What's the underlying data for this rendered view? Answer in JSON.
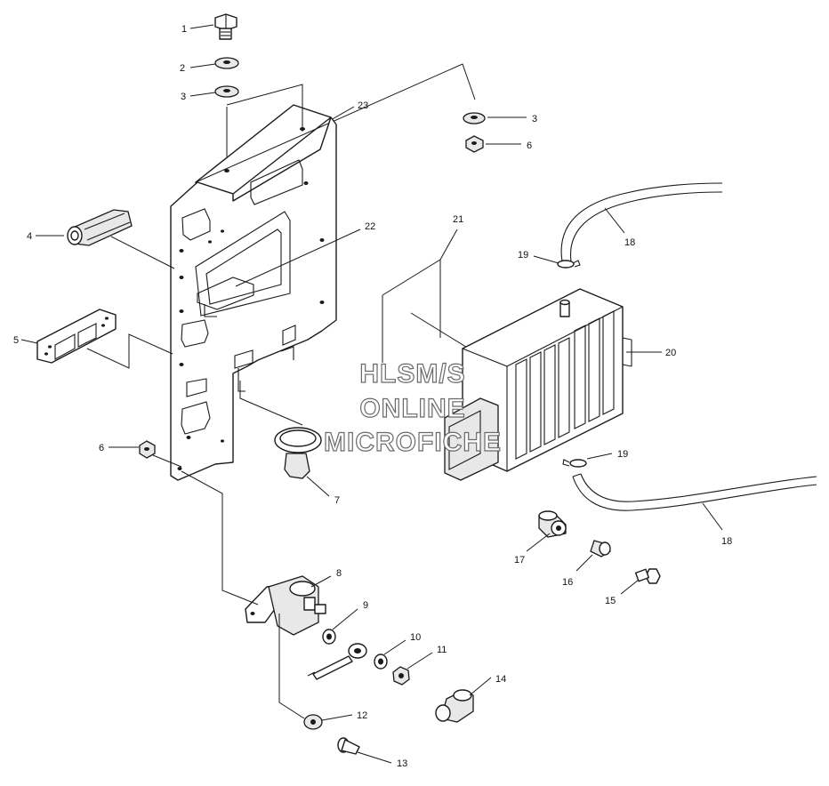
{
  "watermark": {
    "line1": "HLSM/S",
    "line2": "ONLINE",
    "line3": "MICROFICHE"
  },
  "callouts": {
    "c1": "1",
    "c2": "2",
    "c3a": "3",
    "c3b": "3",
    "c4": "4",
    "c5": "5",
    "c6a": "6",
    "c6b": "6",
    "c7": "7",
    "c8": "8",
    "c9": "9",
    "c10": "10",
    "c11": "11",
    "c12": "12",
    "c13": "13",
    "c14": "14",
    "c15": "15",
    "c16": "16",
    "c17": "17",
    "c18a": "18",
    "c18b": "18",
    "c19a": "19",
    "c19b": "19",
    "c20": "20",
    "c21": "21",
    "c22": "22",
    "c23": "23"
  }
}
